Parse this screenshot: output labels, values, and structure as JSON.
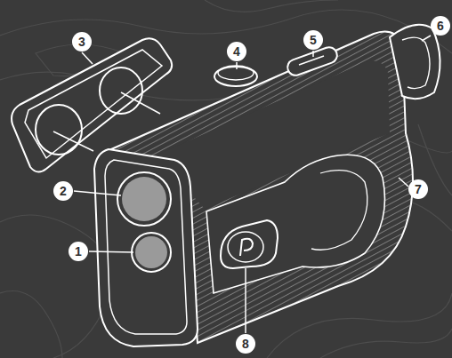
{
  "diagram": {
    "labels": [
      "3",
      "4",
      "5",
      "6",
      "2",
      "7",
      "1",
      "8"
    ]
  }
}
